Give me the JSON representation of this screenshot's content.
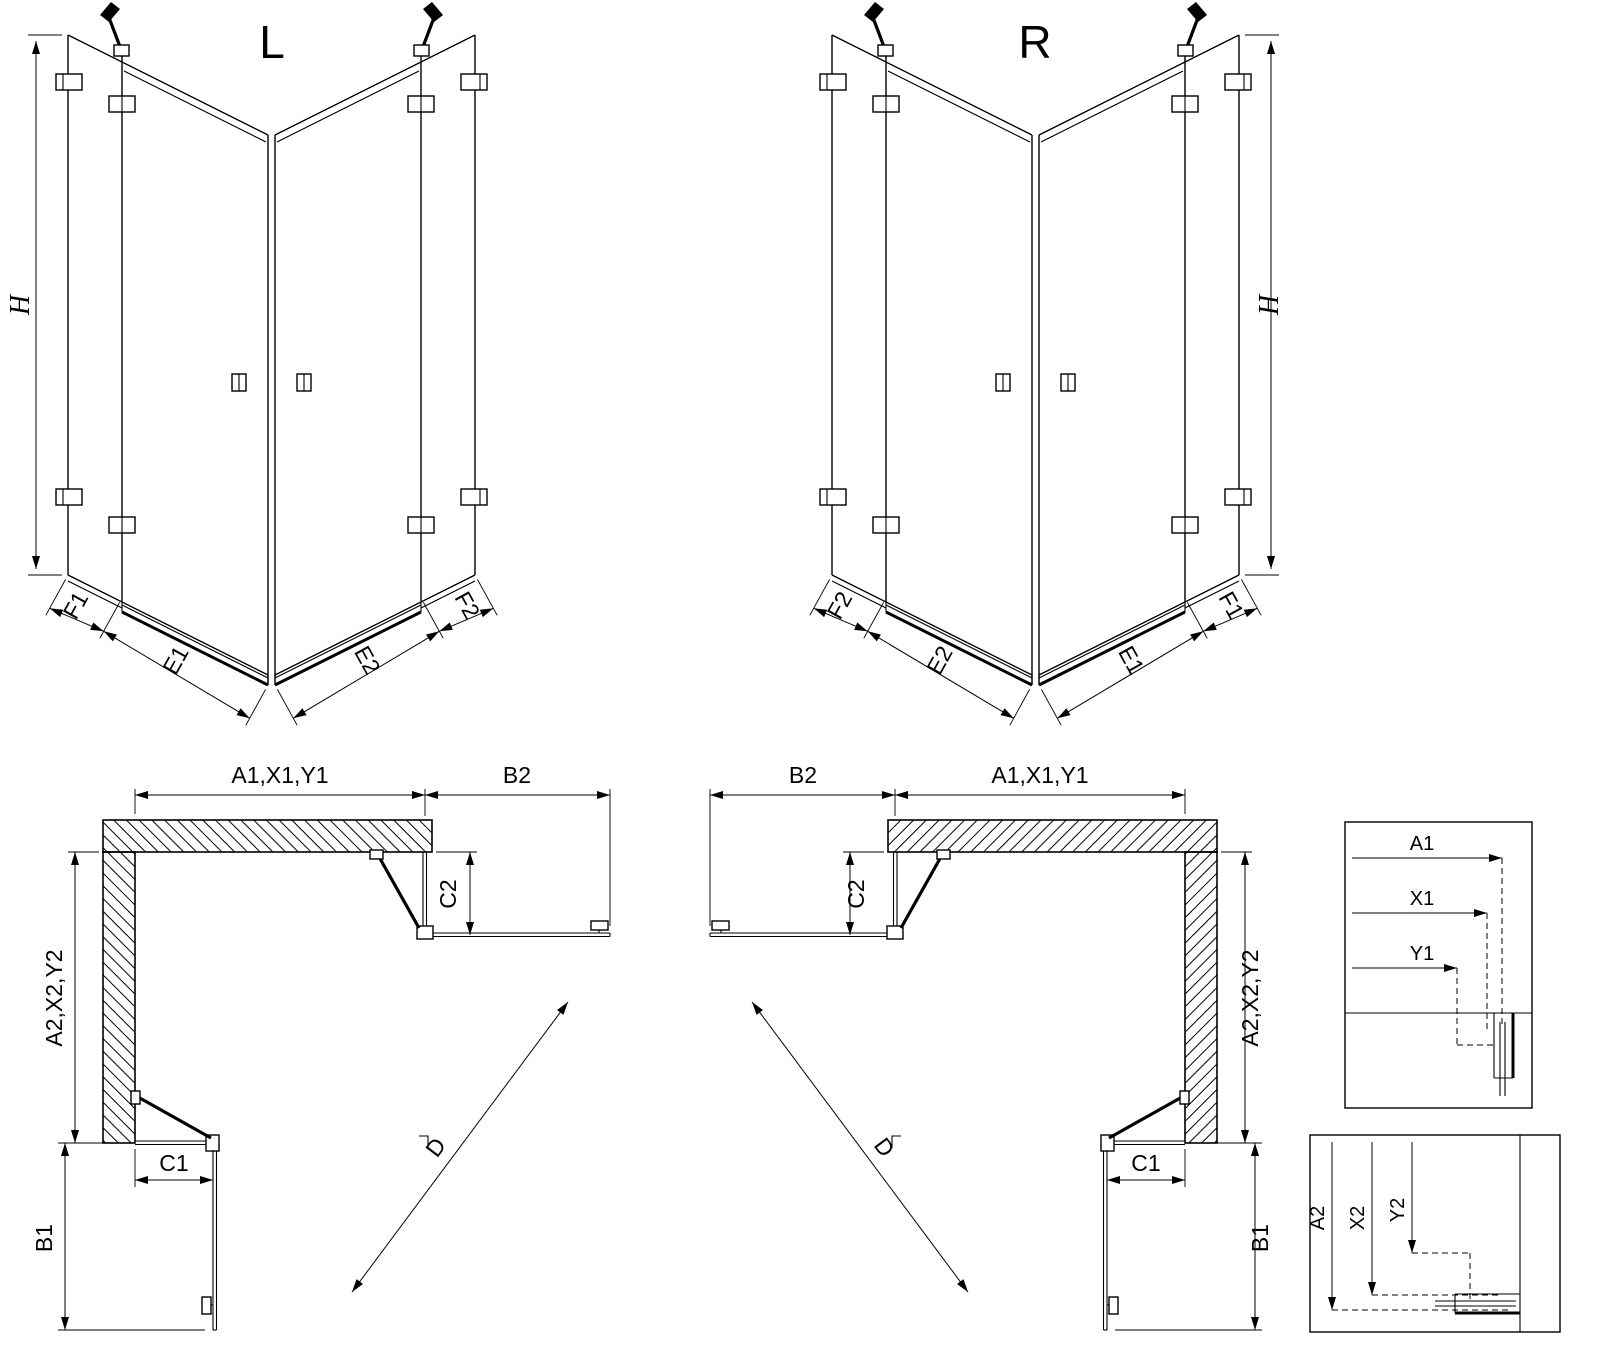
{
  "drawing": {
    "variants": {
      "left": "L",
      "right": "R"
    },
    "elevation": {
      "height": "H",
      "fixed_left": "F1",
      "door_left": "E1",
      "door_right": "E2",
      "fixed_right": "F2"
    },
    "plan": {
      "width_total": "A1,X1,Y1",
      "door_projection_top": "B2",
      "fixed_segment_top": "C2",
      "depth_total": "A2,X2,Y2",
      "fixed_segment_bottom": "C1",
      "door_projection_bottom": "B1",
      "entry_diagonal": "D"
    },
    "detail_width": {
      "a1": "A1",
      "x1": "X1",
      "y1": "Y1"
    },
    "detail_depth": {
      "a2": "A2",
      "x2": "X2",
      "y2": "Y2"
    }
  }
}
